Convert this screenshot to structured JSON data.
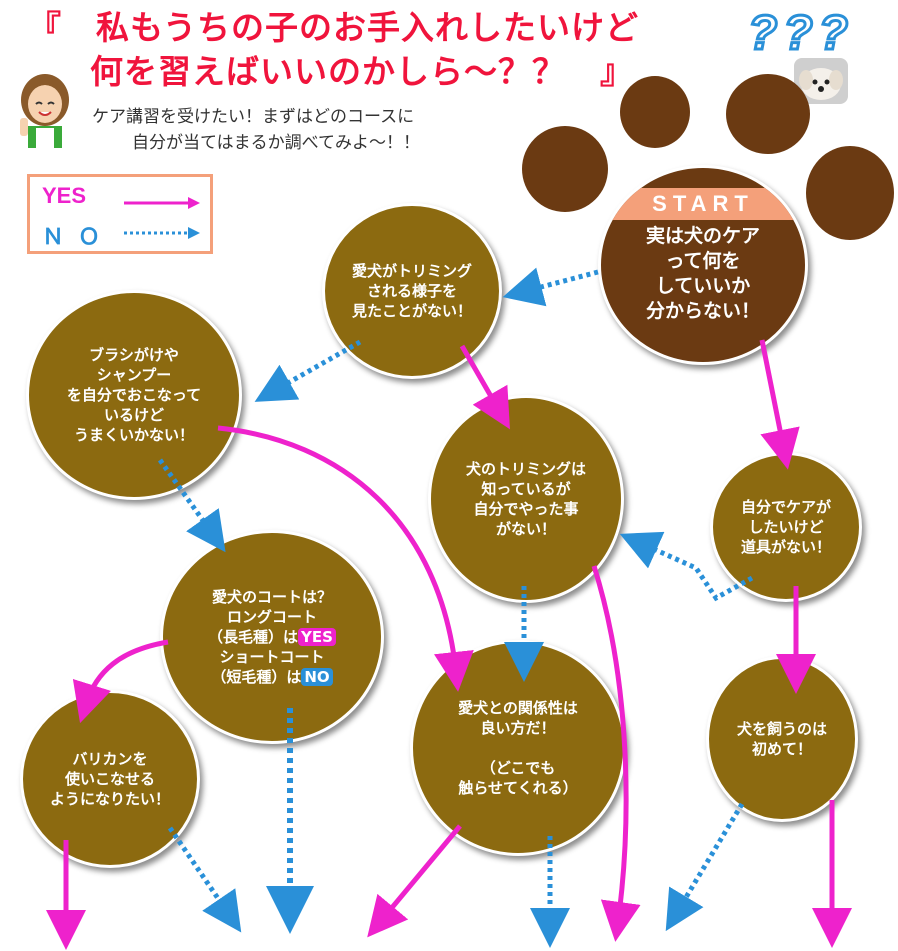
{
  "header": {
    "title_line1": "『　私もうちの子のお手入れしたいけど",
    "title_line2": "何を習えばいいのかしら～？？　』",
    "intro_line1": "ケア講習を受けたい！まずはどのコースに",
    "intro_line2": "自分が当てはまるか調べてみよ～！！",
    "question_marks": "???"
  },
  "legend": {
    "yes_label": "YES",
    "no_label": "ＮＯ",
    "yes_color": "#ee22cc",
    "no_color": "#2a90d8"
  },
  "start": {
    "badge": "START",
    "text": "実は犬のケア\nって何を\nしていいか\n分からない！"
  },
  "nodes": {
    "trimming_seen": "愛犬がトリミング\nされる様子を\n見たことがない！",
    "brushing": "ブラシがけや\nシャンプー\nを自分でおこなって\nいるけど\nうまくいかない！",
    "trimming_known": "犬のトリミングは\n知っているが\n自分でやった事\nがない！",
    "no_tools": "自分でケアが\nしたいけど\n道具がない！",
    "coat_q1": "愛犬のコートは？",
    "coat_q2": "ロングコート",
    "coat_q3a": "（長毛種）は",
    "coat_yes": "YES",
    "coat_q4": "ショートコート",
    "coat_q5a": "（短毛種）は",
    "coat_no": "NO",
    "relationship": "愛犬との関係性は\n良い方だ！\n\n（どこでも\n触らせてくれる）",
    "first_dog": "犬を飼うのは\n初めて！",
    "clipper": "バリカンを\n使いこなせる\nようになりたい！"
  },
  "colors": {
    "node_fill": "#8c6a10",
    "paw_fill": "#6b3a12",
    "start_band": "#f4a07a",
    "title": "#f0143c"
  }
}
